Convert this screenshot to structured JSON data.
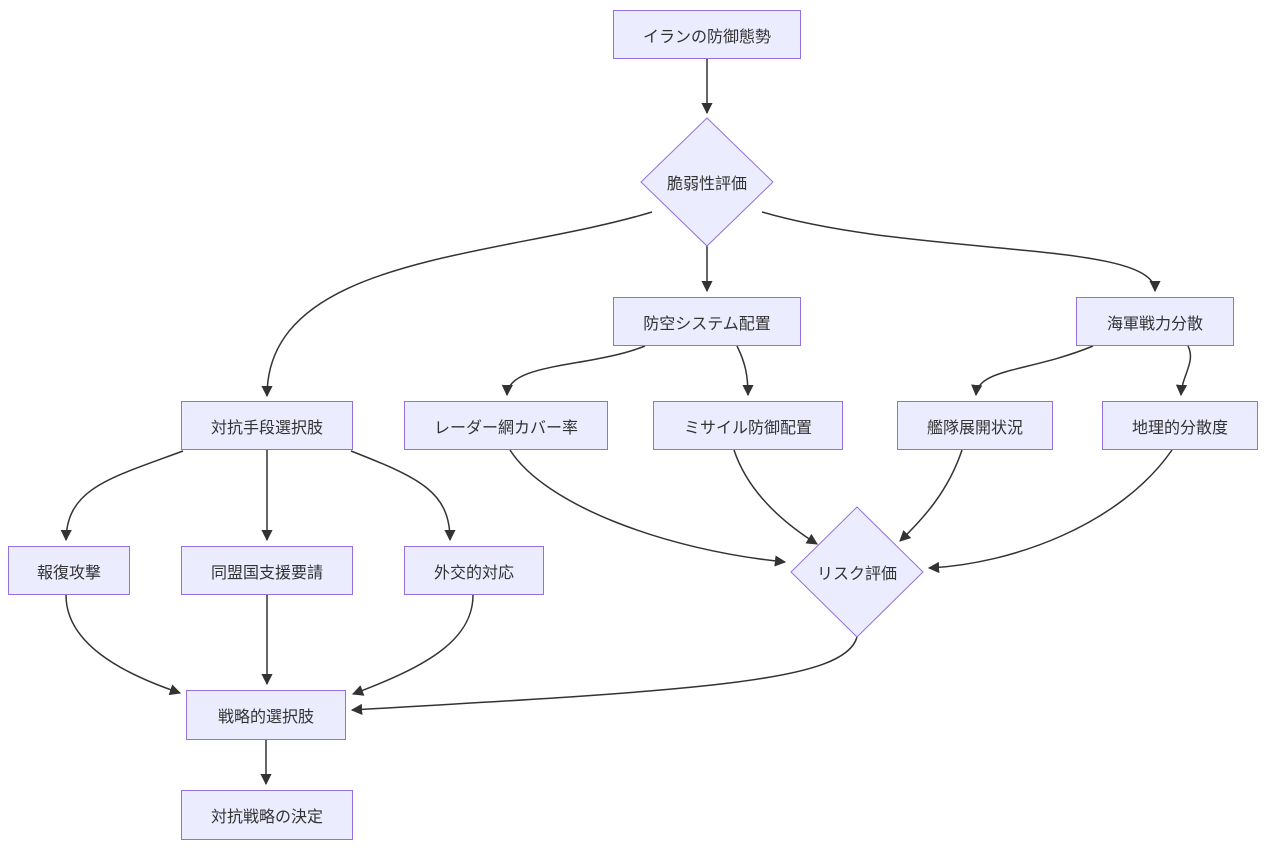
{
  "diagram": {
    "type": "flowchart",
    "direction": "top-down",
    "colors": {
      "background": "#ffffff",
      "node_fill": "#ECECFF",
      "node_border": "#9370DB",
      "edge": "#333333",
      "text": "#333333"
    },
    "nodes": [
      {
        "id": "A",
        "label": "イランの防御態勢",
        "shape": "rect"
      },
      {
        "id": "B",
        "label": "脆弱性評価",
        "shape": "diamond"
      },
      {
        "id": "C",
        "label": "防空システム配置",
        "shape": "rect"
      },
      {
        "id": "D",
        "label": "海軍戦力分散",
        "shape": "rect"
      },
      {
        "id": "E",
        "label": "対抗手段選択肢",
        "shape": "rect"
      },
      {
        "id": "F",
        "label": "レーダー網カバー率",
        "shape": "rect"
      },
      {
        "id": "G",
        "label": "ミサイル防御配置",
        "shape": "rect"
      },
      {
        "id": "H",
        "label": "艦隊展開状況",
        "shape": "rect"
      },
      {
        "id": "I",
        "label": "地理的分散度",
        "shape": "rect"
      },
      {
        "id": "J",
        "label": "報復攻撃",
        "shape": "rect"
      },
      {
        "id": "K",
        "label": "同盟国支援要請",
        "shape": "rect"
      },
      {
        "id": "L",
        "label": "外交的対応",
        "shape": "rect"
      },
      {
        "id": "M",
        "label": "リスク評価",
        "shape": "diamond"
      },
      {
        "id": "N",
        "label": "戦略的選択肢",
        "shape": "rect"
      },
      {
        "id": "O",
        "label": "対抗戦略の決定",
        "shape": "rect"
      }
    ],
    "edges": [
      {
        "from": "A",
        "to": "B"
      },
      {
        "from": "B",
        "to": "E"
      },
      {
        "from": "B",
        "to": "C"
      },
      {
        "from": "B",
        "to": "D"
      },
      {
        "from": "C",
        "to": "F"
      },
      {
        "from": "C",
        "to": "G"
      },
      {
        "from": "D",
        "to": "H"
      },
      {
        "from": "D",
        "to": "I"
      },
      {
        "from": "F",
        "to": "M"
      },
      {
        "from": "G",
        "to": "M"
      },
      {
        "from": "H",
        "to": "M"
      },
      {
        "from": "I",
        "to": "M"
      },
      {
        "from": "E",
        "to": "J"
      },
      {
        "from": "E",
        "to": "K"
      },
      {
        "from": "E",
        "to": "L"
      },
      {
        "from": "J",
        "to": "N"
      },
      {
        "from": "K",
        "to": "N"
      },
      {
        "from": "L",
        "to": "N"
      },
      {
        "from": "M",
        "to": "N"
      },
      {
        "from": "N",
        "to": "O"
      }
    ]
  }
}
